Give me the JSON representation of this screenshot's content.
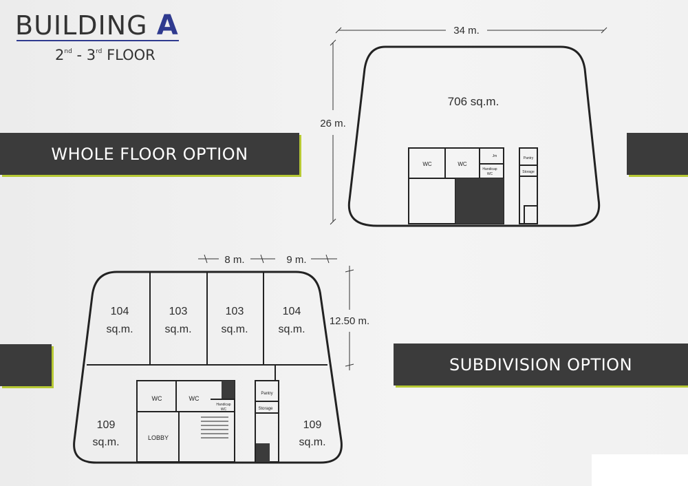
{
  "header": {
    "title": "BUILDING",
    "title_letter": "A",
    "floor_from": "2",
    "floor_from_sup": "nd",
    "floor_sep": " - ",
    "floor_to": "3",
    "floor_to_sup": "rd",
    "floor_word": "FLOOR"
  },
  "bands": {
    "whole": "WHOLE FLOOR OPTION",
    "subdivision": "SUBDIVISION OPTION"
  },
  "whole_plan": {
    "width_label": "34 m.",
    "depth_label": "26 m.",
    "area_label": "706 sq.m.",
    "rooms": {
      "wc1": "WC",
      "wc2": "WC",
      "jm": "Jm",
      "handicap1": "Handicap",
      "handicap2": "WC",
      "pantry": "Pantry",
      "storage": "Storage"
    }
  },
  "sub_plan": {
    "dim_a": "8 m.",
    "dim_b": "9 m.",
    "dim_depth": "12.50 m.",
    "units": [
      {
        "num": "104",
        "unit": "sq.m."
      },
      {
        "num": "103",
        "unit": "sq.m."
      },
      {
        "num": "103",
        "unit": "sq.m."
      },
      {
        "num": "104",
        "unit": "sq.m."
      }
    ],
    "left_unit": {
      "num": "109",
      "unit": "sq.m."
    },
    "right_unit": {
      "num": "109",
      "unit": "sq.m."
    },
    "rooms": {
      "wc1": "WC",
      "wc2": "WC",
      "lobby": "LOBBY",
      "handicap1": "Handicap",
      "handicap2": "WC",
      "pantry": "Pantry",
      "storage": "Storage"
    }
  },
  "colors": {
    "accent": "#b7c934",
    "band": "#3b3b3b",
    "title_letter": "#2f3a8f"
  }
}
